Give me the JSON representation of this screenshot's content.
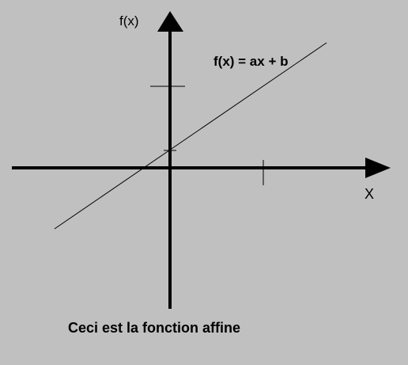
{
  "diagram": {
    "y_axis_label": "f(x)",
    "x_axis_label": "X",
    "equation": "f(x) = ax + b",
    "caption": "Ceci est la fonction affine"
  }
}
